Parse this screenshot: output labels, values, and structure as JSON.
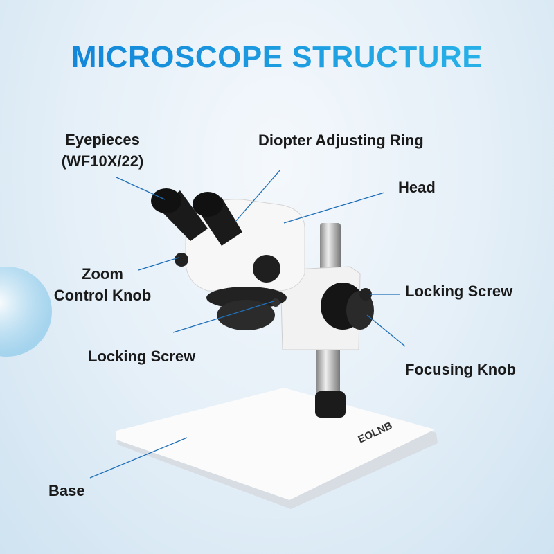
{
  "title": "MICROSCOPE STRUCTURE",
  "brand": "EOLNB",
  "labels": {
    "eyepieces_line1": "Eyepieces",
    "eyepieces_line2": "(WF10X/22)",
    "diopter": "Diopter Adjusting Ring",
    "head": "Head",
    "zoom_line1": "Zoom",
    "zoom_line2": "Control Knob",
    "locking_screw_right": "Locking Screw",
    "locking_screw_left": "Locking Screw",
    "focusing_knob": "Focusing Knob",
    "base": "Base"
  },
  "colors": {
    "title_start": "#0f7fd6",
    "title_end": "#2bb8ea",
    "leader": "#1f6fb8"
  }
}
